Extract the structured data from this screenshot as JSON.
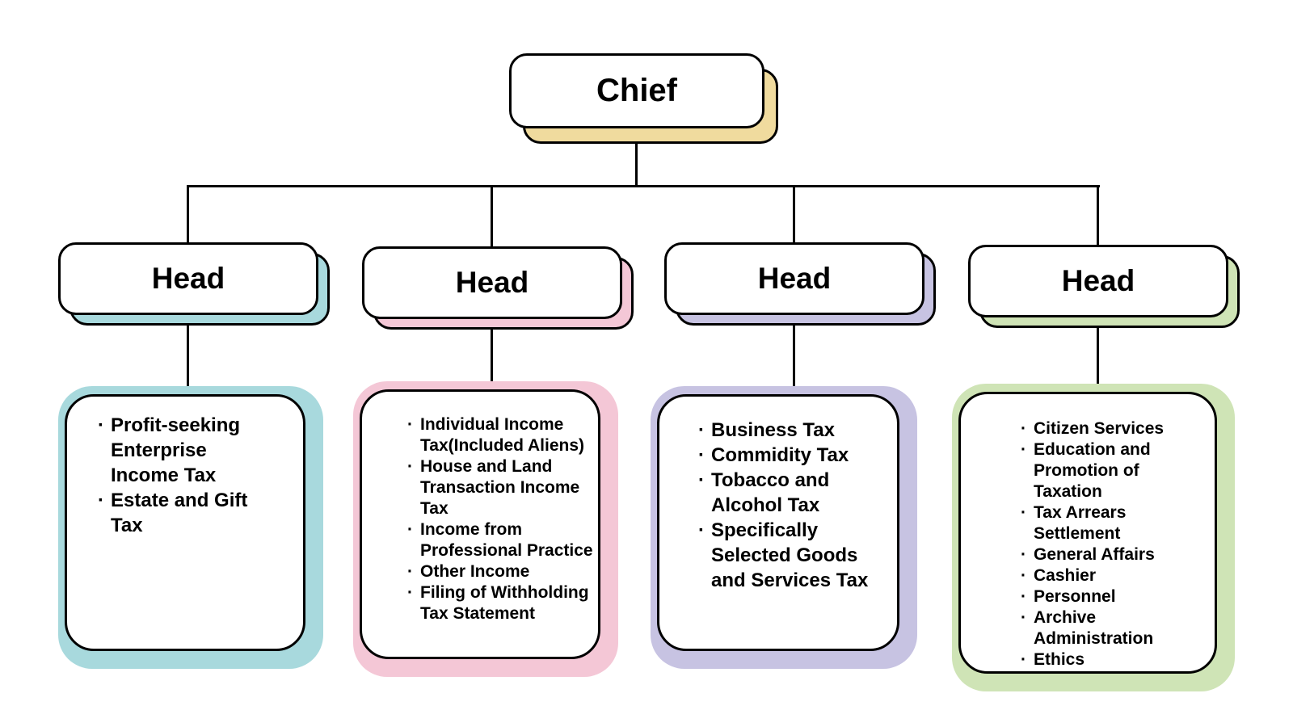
{
  "diagram": {
    "root": {
      "label": "Chief",
      "accent": "#f0db9e"
    },
    "colors": {
      "line_color": "#000000",
      "box_border": "#000000",
      "box_fill": "#ffffff",
      "branch_accents": [
        "#a8d9dd",
        "#f4c7d6",
        "#c7c3e2",
        "#cfe4b6"
      ]
    },
    "branches": [
      {
        "label": "Head",
        "accent": "#a8d9dd",
        "items": [
          "Profit-seeking Enterprise Income Tax",
          "Estate and Gift Tax"
        ]
      },
      {
        "label": "Head",
        "accent": "#f4c7d6",
        "items": [
          "Individual Income Tax(Included Aliens)",
          "House and Land Transaction Income Tax",
          "Income from Professional Practice",
          "Other Income",
          "Filing of Withholding Tax Statement"
        ]
      },
      {
        "label": "Head",
        "accent": "#c7c3e2",
        "items": [
          "Business Tax",
          "Commidity Tax",
          "Tobacco and Alcohol Tax",
          "Specifically Selected Goods and Services Tax"
        ]
      },
      {
        "label": "Head",
        "accent": "#cfe4b6",
        "items": [
          "Citizen Services",
          "Education and Promotion of Taxation",
          "Tax Arrears Settlement",
          "General Affairs",
          "Cashier",
          "Personnel",
          "Archive Administration",
          "Ethics"
        ]
      }
    ]
  }
}
